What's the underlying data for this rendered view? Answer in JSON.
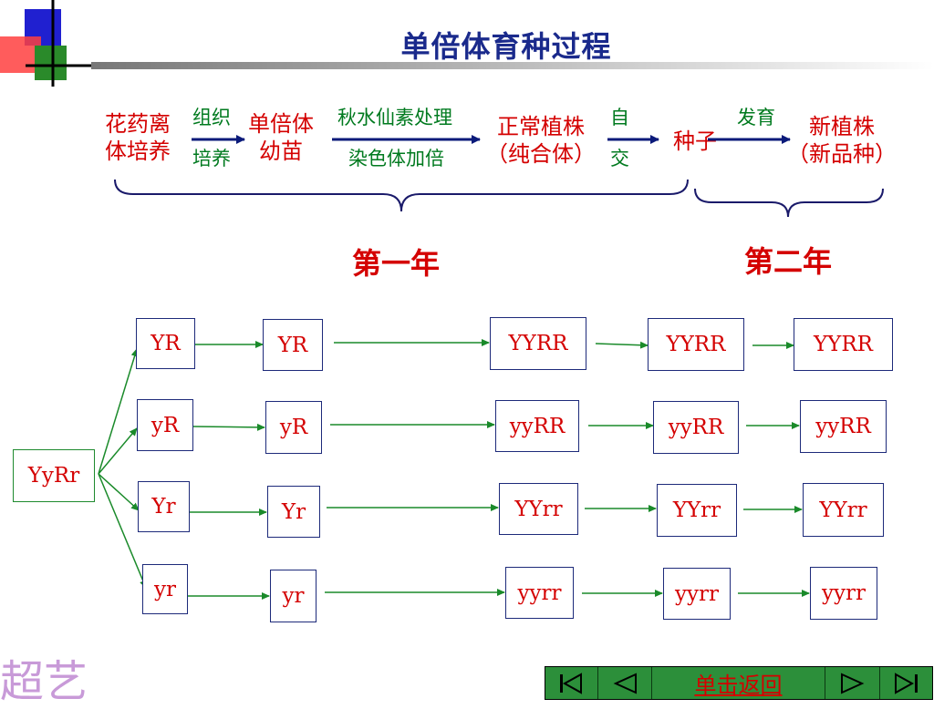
{
  "title": "单倍体育种过程",
  "flow": {
    "step1": [
      "花药离",
      "体培养"
    ],
    "arrow1_top": "组织",
    "arrow1_bottom": "培养",
    "step2": [
      "单倍体",
      "幼苗"
    ],
    "arrow2_top": "秋水仙素处理",
    "arrow2_bottom": "染色体加倍",
    "step3": [
      "正常植株",
      "（纯合体）"
    ],
    "arrow3_top": "自",
    "arrow3_bottom": "交",
    "step4": "种子",
    "arrow4_top": "发育",
    "step5": [
      "新植株",
      "（新品种）"
    ]
  },
  "years": {
    "first": "第一年",
    "second": "第二年"
  },
  "genotypes": {
    "parent": "YyRr",
    "gametes": [
      "YR",
      "yR",
      "Yr",
      "yr"
    ],
    "haploid": [
      "YR",
      "yR",
      "Yr",
      "yr"
    ],
    "doubled": [
      "YYRR",
      "yyRR",
      "YYrr",
      "yyrr"
    ],
    "seeds": [
      "YYRR",
      "yyRR",
      "YYrr",
      "yyrr"
    ],
    "plants": [
      "YYRR",
      "yyRR",
      "YYrr",
      "yyrr"
    ]
  },
  "nav": {
    "return_label": "单击返回"
  },
  "logo_text": "超艺",
  "colors": {
    "title": "#1a2a8c",
    "red": "#d40000",
    "green": "#007a1f",
    "nav_bg": "#2c8f3a"
  }
}
